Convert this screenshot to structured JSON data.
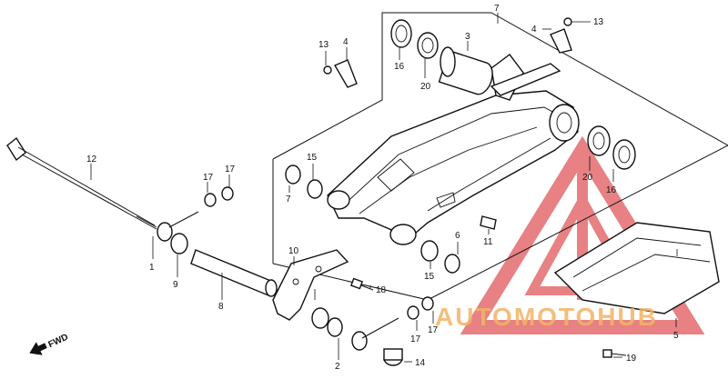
{
  "diagram": {
    "fwd_label": "FWD",
    "callouts": [
      "1",
      "2",
      "3",
      "4",
      "4",
      "5",
      "6",
      "7",
      "7",
      "8",
      "9",
      "10",
      "11",
      "12",
      "13",
      "13",
      "14",
      "15",
      "15",
      "16",
      "16",
      "17",
      "17",
      "17",
      "17",
      "18",
      "19",
      "20",
      "20"
    ]
  },
  "watermark": {
    "brand_text": "AUTOMOTOHUB",
    "colors": {
      "red": "#e0575b",
      "orange": "#f2b366"
    }
  }
}
